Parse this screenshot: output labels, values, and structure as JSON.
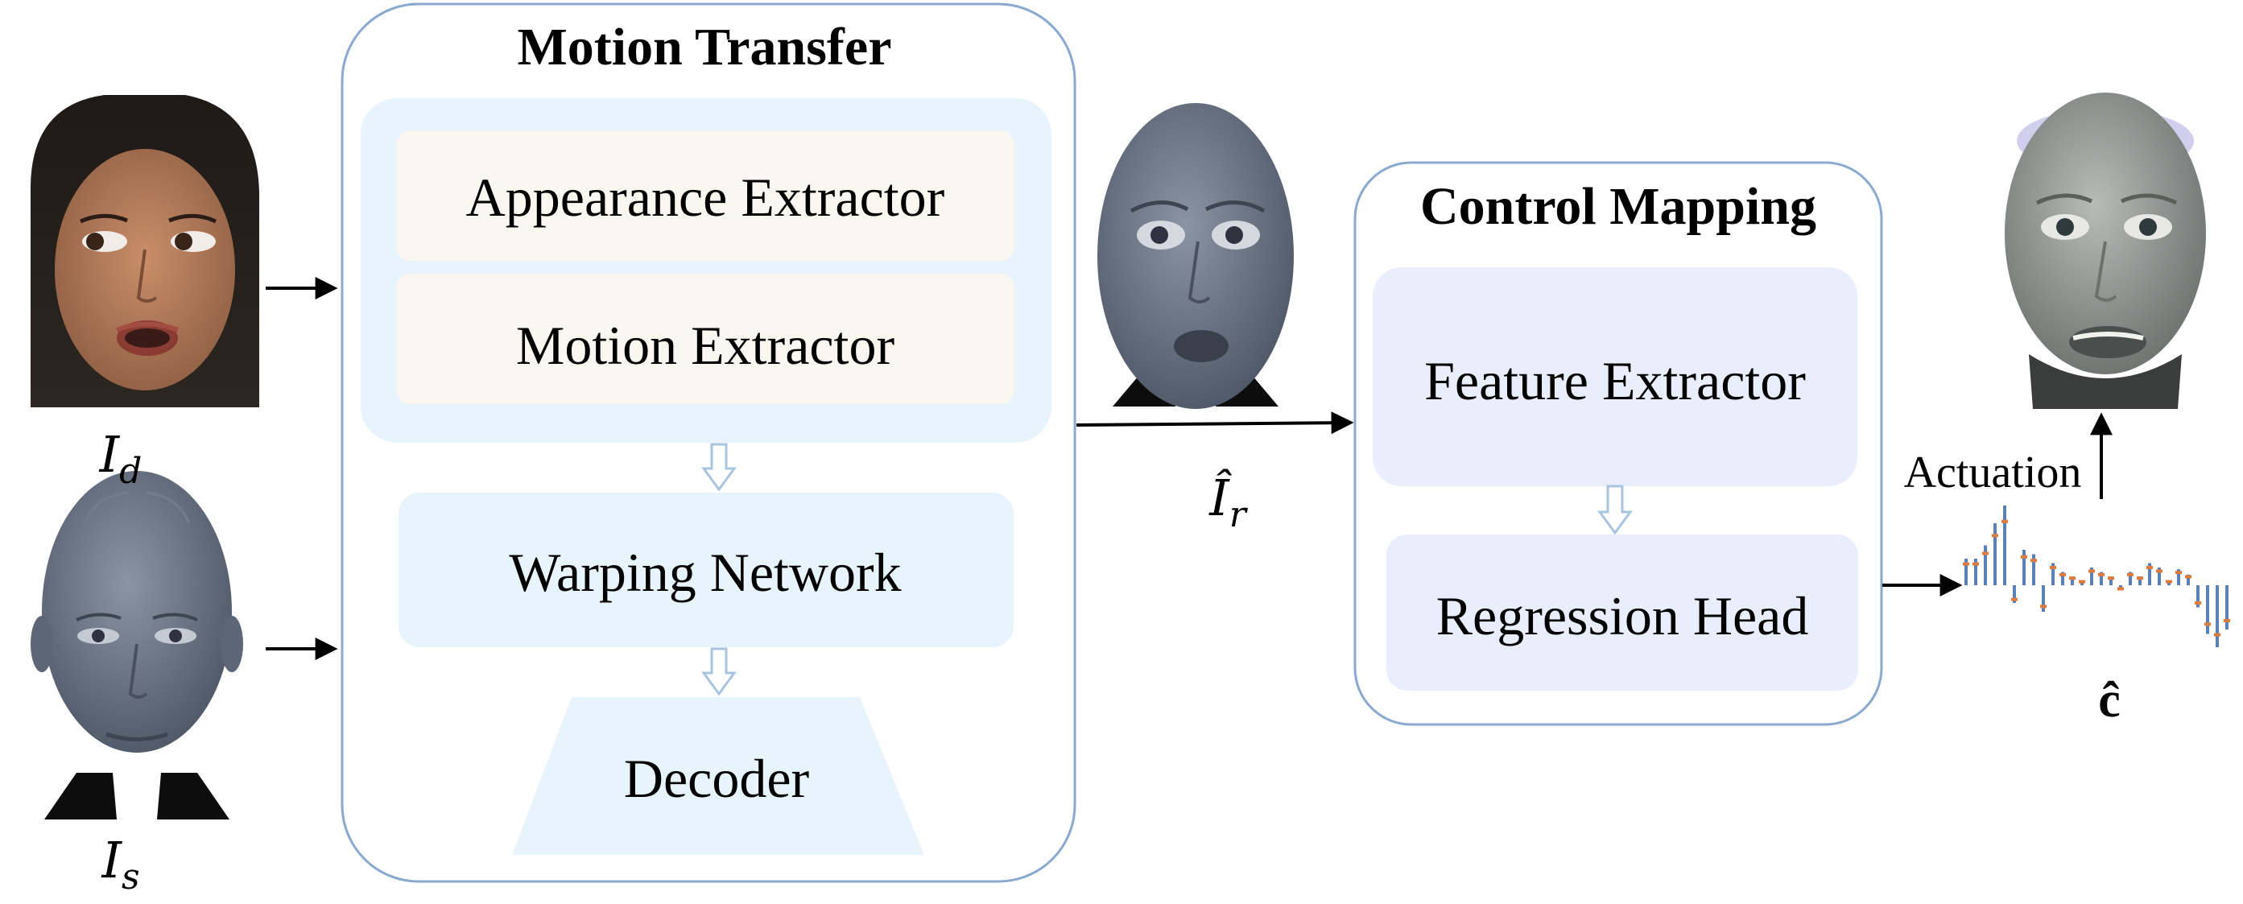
{
  "motion_transfer": {
    "title": "Motion Transfer",
    "blocks": [
      {
        "label": "Appearance Extractor"
      },
      {
        "label": "Motion Extractor"
      },
      {
        "label": "Warping Network"
      },
      {
        "label": "Decoder"
      }
    ]
  },
  "control_mapping": {
    "title": "Control Mapping",
    "blocks": [
      {
        "label": "Feature Extractor"
      },
      {
        "label": "Regression Head"
      }
    ]
  },
  "inputs": {
    "driving_label_base": "I",
    "driving_label_sub": "d",
    "source_label_base": "I",
    "source_label_sub": "s"
  },
  "intermediate": {
    "rendered_label_base": "Î",
    "rendered_label_sub": "r"
  },
  "output": {
    "actuation_label": "Actuation",
    "control_vector_label": "ĉ",
    "control_values": [
      0.3,
      0.3,
      0.45,
      0.7,
      0.9,
      -0.2,
      0.4,
      0.35,
      -0.3,
      0.25,
      0.15,
      0.1,
      0.05,
      0.2,
      0.15,
      0.1,
      -0.05,
      0.15,
      0.1,
      0.25,
      0.2,
      0.05,
      0.18,
      0.12,
      -0.25,
      -0.55,
      -0.7,
      -0.5
    ]
  },
  "colors": {
    "container_border": "#8aa9cf",
    "top_panel_fill": "#e8f4fc",
    "extractor_fill": "#faf7f1",
    "lower_block_fill": "#e8f4fc",
    "cm_block_fill": "#e8eefb",
    "bar_color": "#5b7fb7",
    "marker_color": "#e07b39",
    "face_gray": "#6b7584"
  }
}
